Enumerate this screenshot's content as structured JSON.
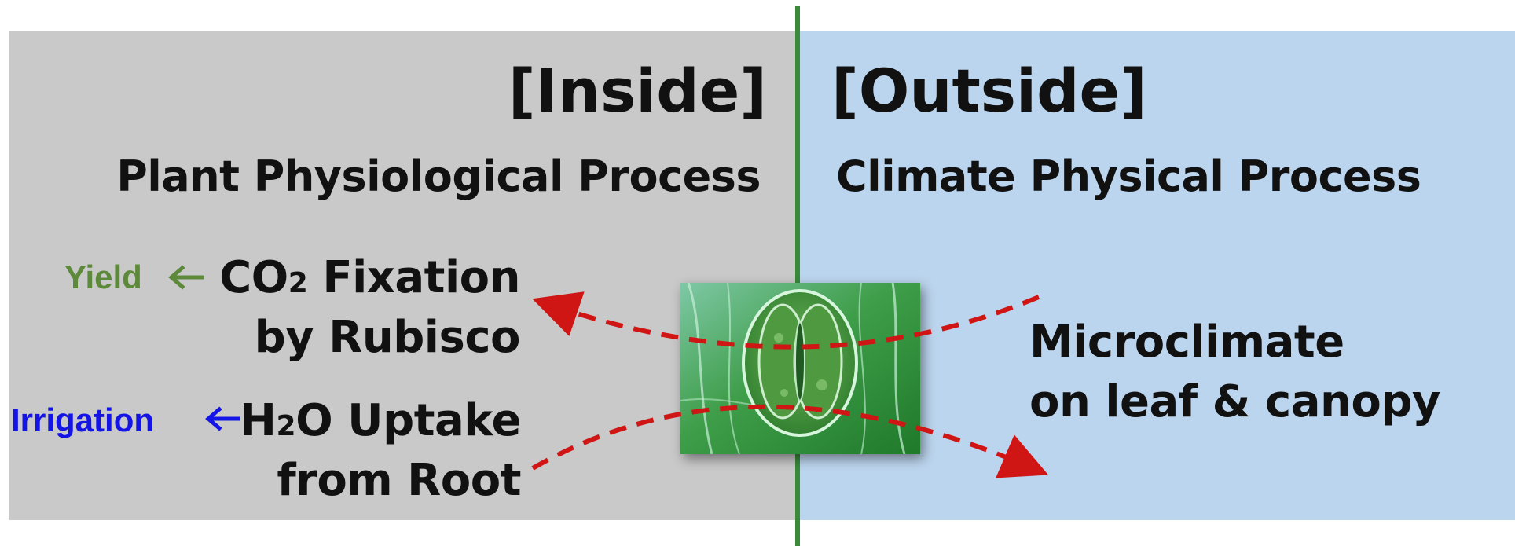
{
  "inside": {
    "heading": "[Inside]",
    "subtitle": "Plant Physiological Process",
    "process1": {
      "prefix": "CO",
      "subscript": "2",
      "suffix": " Fixation",
      "line2": "by Rubisco"
    },
    "process2": {
      "prefix": "H",
      "subscript": "2",
      "suffix": "O Uptake",
      "line2": "from Root"
    },
    "tag_yield": "Yield",
    "tag_irrigation": "Irrigation"
  },
  "outside": {
    "heading": "[Outside]",
    "subtitle": "Climate Physical Process",
    "microclimate_line1": "Microclimate",
    "microclimate_line2": "on leaf & canopy"
  },
  "photo": {
    "icon": "stomata-micrograph-icon"
  },
  "colors": {
    "inside_bg": "#c9c9c9",
    "outside_bg": "#bcd5ee",
    "divider": "#3a8a3a",
    "arrow": "#d01515",
    "yield": "#5d8a3a",
    "irrigation": "#1414e6",
    "text": "#111111"
  }
}
